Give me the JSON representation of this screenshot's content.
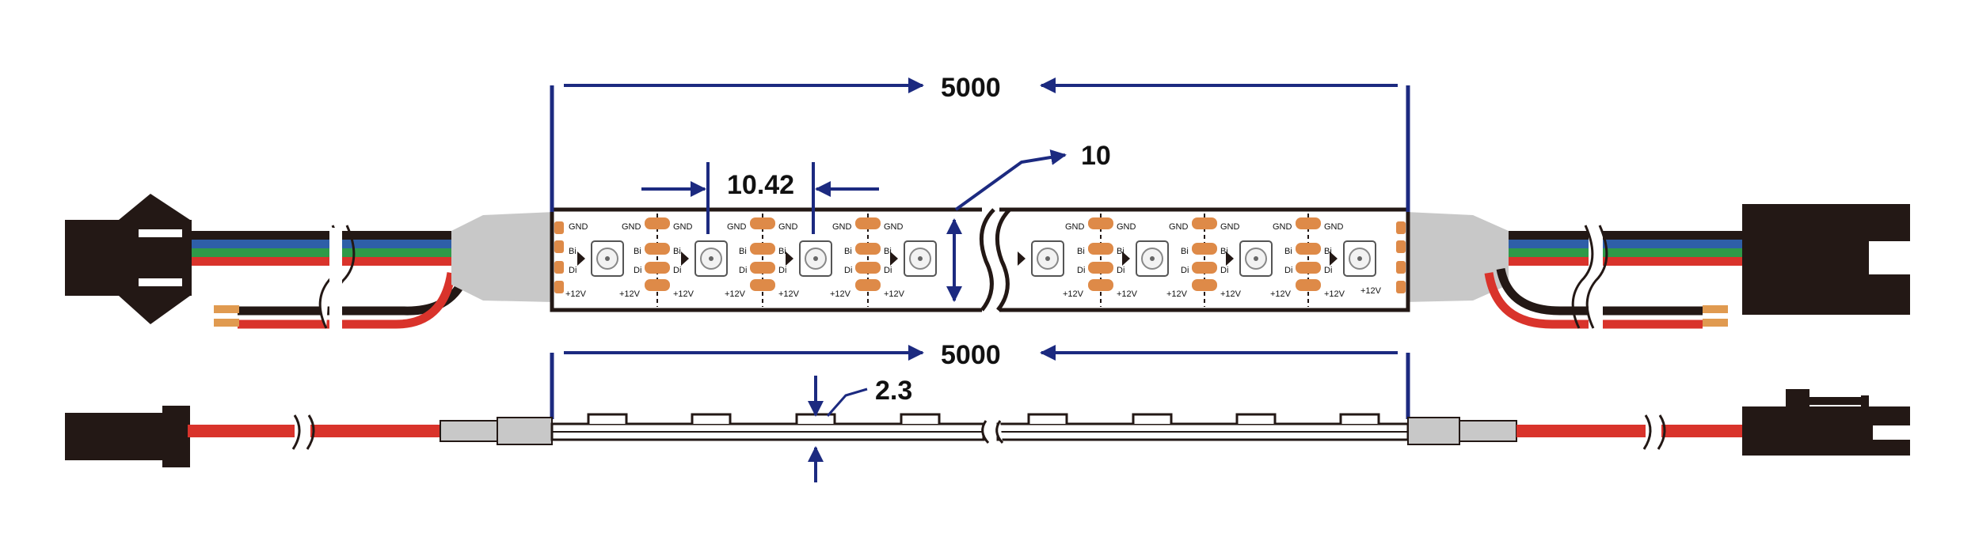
{
  "dimensions": {
    "strip_length_top": "5000",
    "strip_length_bottom": "5000",
    "led_pitch": "10.42",
    "strip_width": "10",
    "strip_thickness": "2.3"
  },
  "pad_labels": {
    "gnd": "GND",
    "bi": "Bi",
    "di": "Di",
    "v12": "+12V"
  },
  "colors": {
    "dimension_line": "#1c2a80",
    "pad": "#de8a48",
    "connector": "#231815",
    "wire_red": "#d9332b",
    "wire_blue": "#2e5fa8",
    "wire_green": "#2f9a48",
    "wire_black": "#231815",
    "wire_tip": "#e09a50",
    "sleeve": "#c8c8c8"
  }
}
